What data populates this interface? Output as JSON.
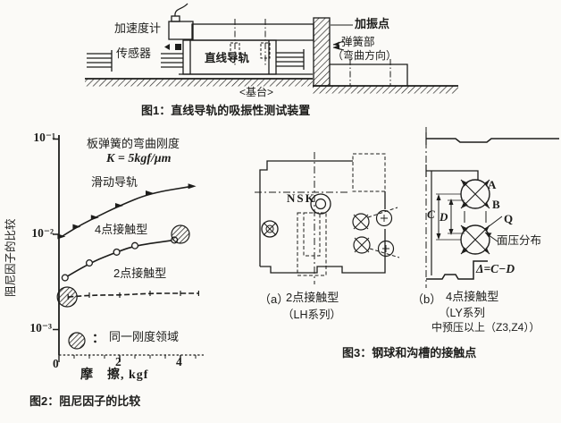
{
  "page": {
    "bg": "#fbfaf7",
    "ink": "#1d1d1b"
  },
  "figure1": {
    "caption": "图1：直线导轨的吸振性测试装置",
    "labels": {
      "accelerometer": "加速度计",
      "sensor": "传感器",
      "linear_guide": "直线导轨",
      "excitation_point": "加振点",
      "spring_part": "弹簧部",
      "bending_direction": "（弯曲方向）",
      "base": "<基台>"
    }
  },
  "figure2": {
    "caption": "图2：阻尼因子的比较",
    "ylabel": "阻尼因子的比较",
    "xlabel": "摩　擦, kgf",
    "yticks": [
      "10⁻¹",
      "10⁻²",
      "10⁻³"
    ],
    "xticks": [
      "0",
      "2",
      "4"
    ],
    "annotations": {
      "stiffness_line1": "板弹簧的弯曲刚度",
      "stiffness_line2": "K = 5kgf/μm",
      "series_sliding": "滑动导轨",
      "series_4point": "4点接触型",
      "series_2point": "2点接触型",
      "legend_colon": "：",
      "legend_text": "同一刚度领域"
    }
  },
  "chart_data": {
    "type": "line",
    "title": "阻尼因子的比较",
    "xlabel": "摩擦, kgf",
    "ylabel": "阻尼因子的比较",
    "x_range": [
      0,
      4.6
    ],
    "y_scale": "log",
    "y_range": [
      0.001,
      0.1
    ],
    "grid": false,
    "legend_position": "lower-center",
    "annotation": "板弹簧的弯曲刚度 K=5kgf/μm",
    "series": [
      {
        "name": "滑动导轨",
        "marker": "arrow",
        "line": "solid",
        "x": [
          0.1,
          0.6,
          1.2,
          2.0,
          3.0,
          4.4
        ],
        "y": [
          0.0095,
          0.012,
          0.015,
          0.02,
          0.027,
          0.032
        ]
      },
      {
        "name": "4点接触型",
        "marker": "open-circle",
        "line": "solid",
        "x": [
          0.2,
          1.0,
          1.9,
          2.5,
          3.8
        ],
        "y": [
          0.0035,
          0.005,
          0.0065,
          0.0076,
          0.0087
        ]
      },
      {
        "name": "2点接触型",
        "marker": "tick",
        "line": "dashed",
        "x": [
          0.3,
          1.0,
          2.0,
          3.0,
          4.0,
          4.6
        ],
        "y": [
          0.0022,
          0.0023,
          0.0023,
          0.0024,
          0.0024,
          0.0024
        ]
      }
    ],
    "highlights": [
      {
        "label": "同一刚度领域",
        "x": 0.27,
        "y": 0.0022,
        "r": 11
      },
      {
        "label": "同一刚度领域",
        "x": 4.0,
        "y": 0.01,
        "r": 10
      }
    ]
  },
  "figure3": {
    "caption": "图3：钢球和沟槽的接触点",
    "brand": "NSK",
    "sub_a": {
      "index": "（a）",
      "title": "2点接触型",
      "subtitle": "（LH系列）"
    },
    "sub_b": {
      "index": "（b）",
      "title": "4点接触型",
      "subtitle1": "（LY系列",
      "subtitle2": "中预压以上（Z3,Z4））"
    },
    "labels": {
      "point_a": "A",
      "point_b": "B",
      "force_q": "Q",
      "dim_c": "C",
      "dim_d": "D",
      "pressure": "面压分布",
      "delta": "Δ=C−D"
    }
  }
}
